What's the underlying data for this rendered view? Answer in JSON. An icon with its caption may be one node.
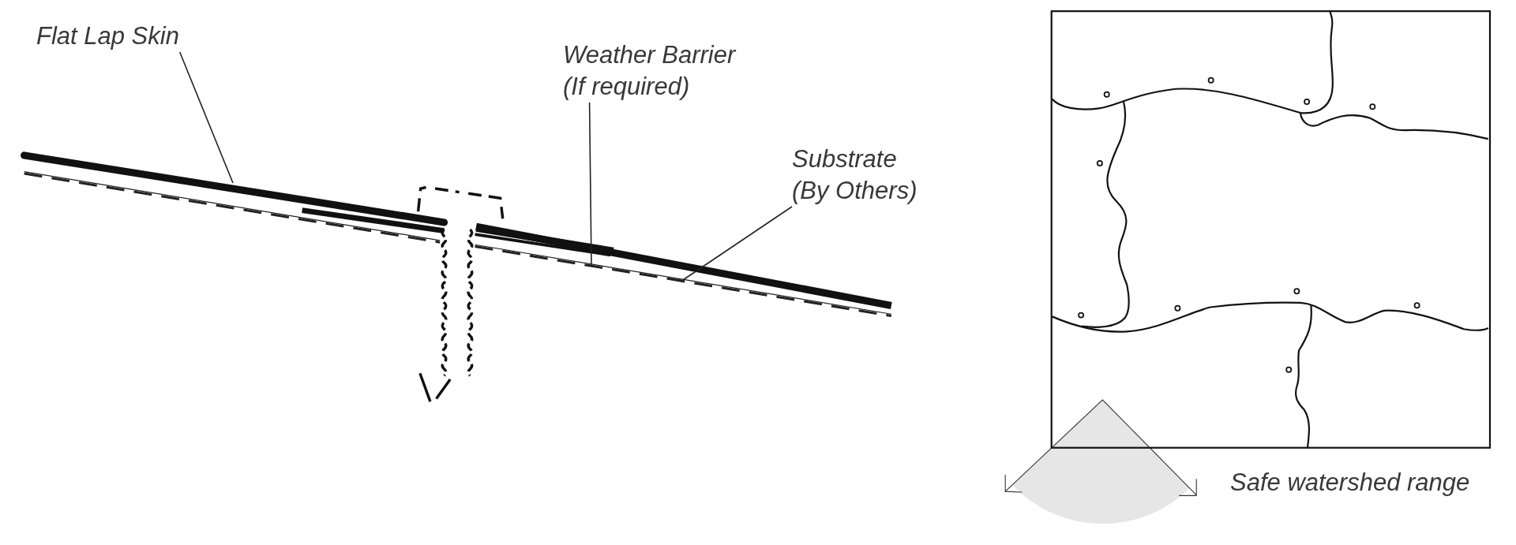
{
  "diagram": {
    "nodes": [
      {
        "text": [
          "Flat Lap Skin"
        ]
      },
      {
        "text": [
          "Weather Barrier (If required)"
        ]
      },
      {
        "text": [
          "Substrate (By Others)"
        ]
      }
    ],
    "edges": [
      {
        "from": 0,
        "to": null,
        "arrow": "none"
      },
      {
        "from": 1,
        "to": null,
        "arrow": "none"
      },
      {
        "from": 2,
        "to": null,
        "arrow": "none"
      }
    ],
    "labels": [
      "Safe watershed range"
    ]
  }
}
